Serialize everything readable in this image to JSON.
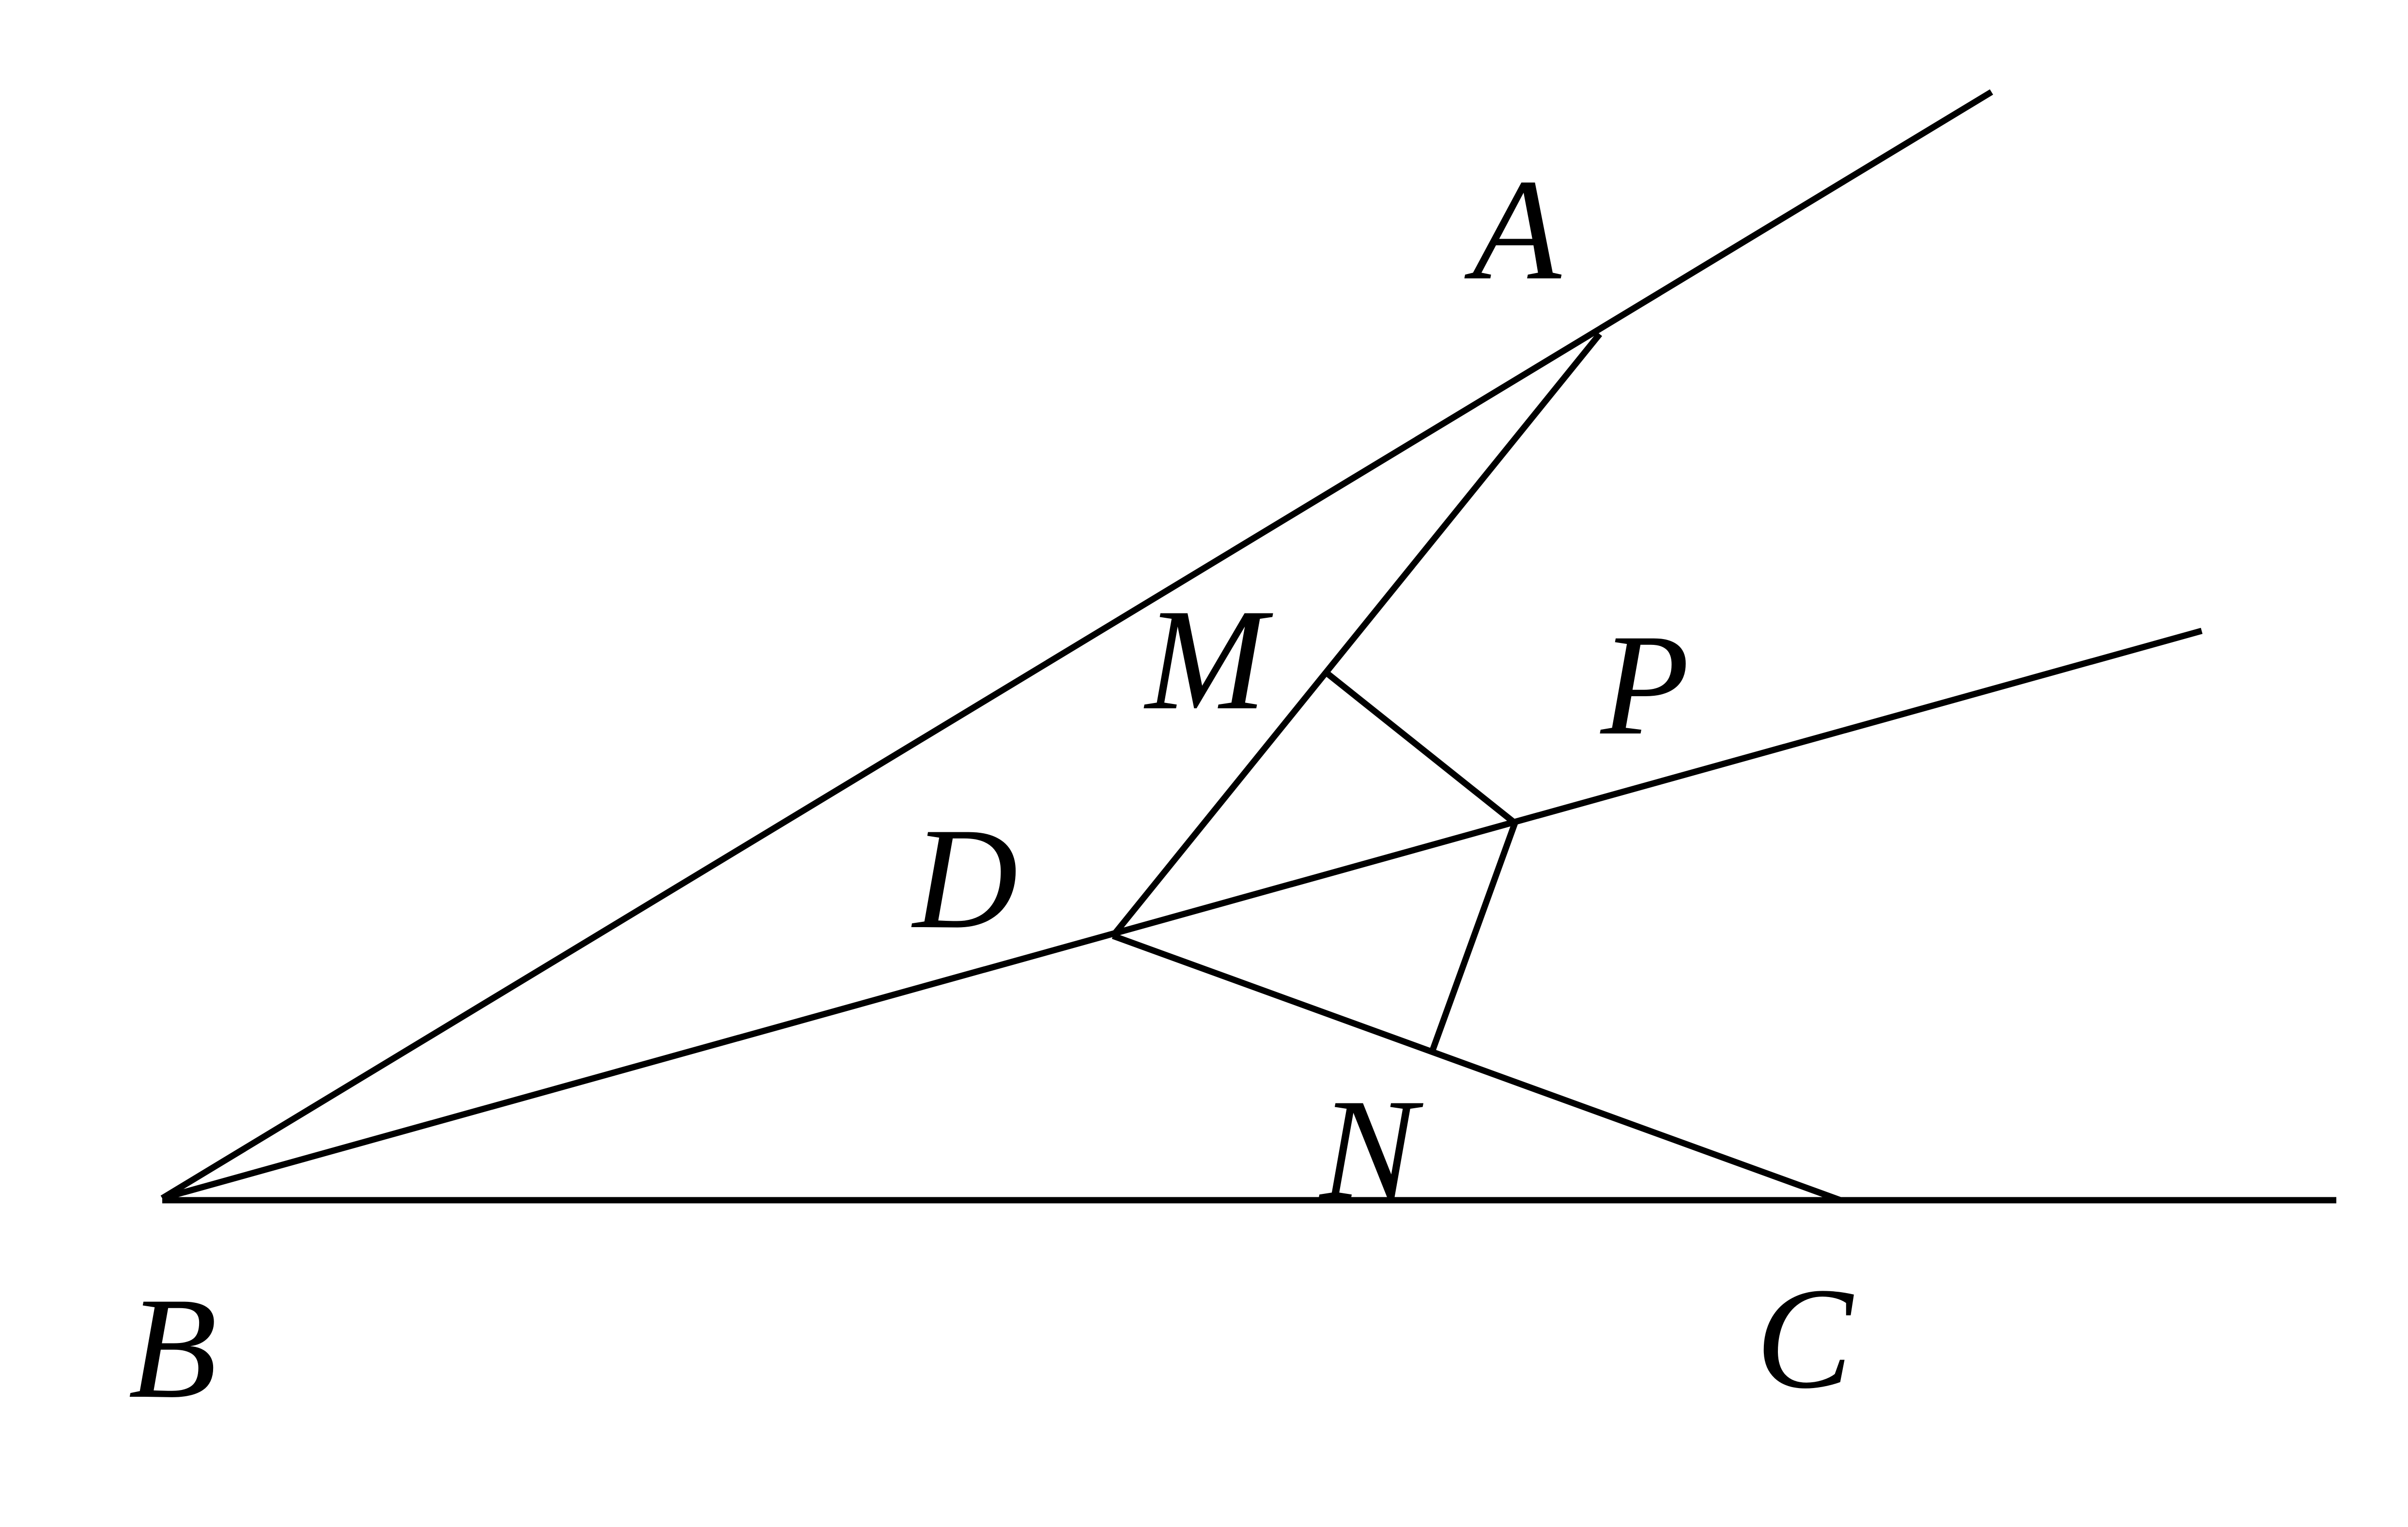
{
  "diagram": {
    "labels": {
      "A": "A",
      "B": "B",
      "C": "C",
      "D": "D",
      "M": "M",
      "N": "N",
      "P": "P"
    },
    "colors": {
      "stroke": "#000000",
      "background": "#ffffff"
    }
  }
}
